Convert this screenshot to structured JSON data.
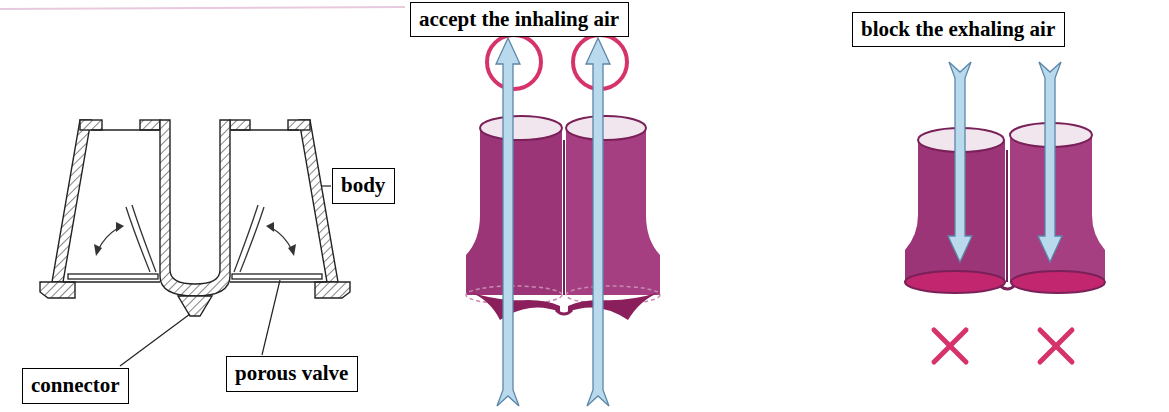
{
  "diagram": {
    "nodes": [
      {
        "text": [
          "accept the inhaling air"
        ]
      },
      {
        "text": [
          "block the exhaling air"
        ]
      },
      {
        "text": [
          "body"
        ]
      },
      {
        "text": [
          "connector"
        ]
      },
      {
        "text": [
          "porous valve"
        ]
      }
    ]
  }
}
